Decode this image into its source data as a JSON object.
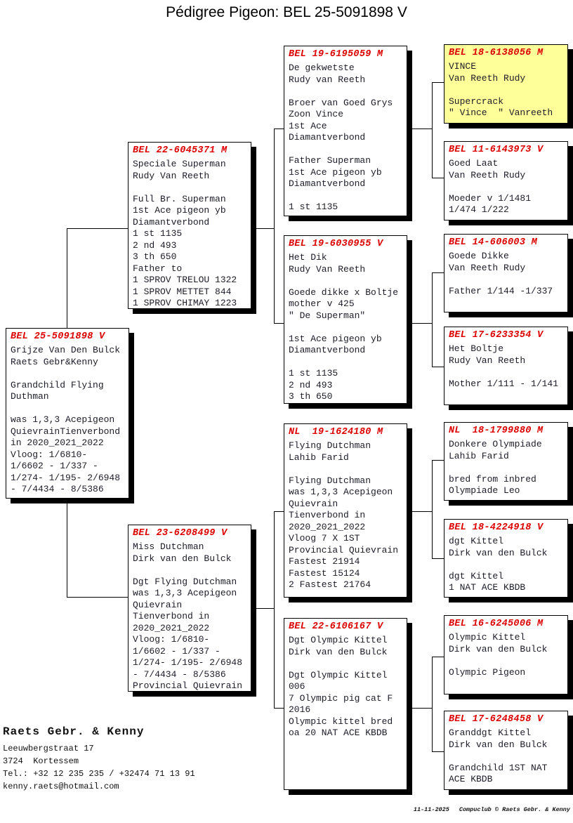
{
  "title": "Pédigree Pigeon: BEL 25-5091898 V",
  "colors": {
    "ring_red": "#dd0000",
    "highlight_yellow": "#ffff99",
    "box_background": "#ffffff",
    "shadow_black": "#000000"
  },
  "boxes": {
    "subject": {
      "ring": "BEL 25-5091898 V",
      "lines": [
        "Grijze Van Den Bulck",
        "Raets Gebr&Kenny",
        "",
        "Grandchild Flying",
        "Duthman",
        "",
        "was 1,3,3 Acepigeon",
        "QuievrainTienverbond",
        "in 2020_2021_2022",
        "Vloog: 1/6810-",
        "1/6602 - 1/337 -",
        "1/274- 1/195- 2/6948",
        "- 7/4434 - 8/5386"
      ]
    },
    "sire": {
      "ring": "BEL 22-6045371 M",
      "lines": [
        "Speciale Superman",
        "Rudy Van Reeth",
        "",
        "Full Br. Superman",
        "1st Ace pigeon yb",
        "Diamantverbond",
        "1 st 1135",
        "2 nd 493",
        "3 th 650",
        "Father to",
        "1 SPROV TRELOU 1322",
        "1 SPROV METTET 844",
        "1 SPROV CHIMAY 1223"
      ]
    },
    "dam": {
      "ring": "BEL 23-6208499 V",
      "lines": [
        "Miss Dutchman",
        "Dirk van den Bulck",
        "",
        "Dgt Flying Dutchman",
        "was 1,3,3 Acepigeon",
        "Quievrain",
        "Tienverbond in",
        "2020_2021_2022",
        "Vloog: 1/6810-",
        "1/6602 - 1/337 -",
        "1/274- 1/195- 2/6948",
        "- 7/4434 - 8/5386",
        "Provincial Quievrain"
      ]
    },
    "sire_sire": {
      "ring": "BEL 19-6195059 M",
      "lines": [
        "De gekwetste",
        "Rudy van Reeth",
        "",
        "Broer van Goed Grys",
        "Zoon Vince",
        "1st Ace",
        "Diamantverbond",
        "",
        "Father Superman",
        "1st Ace pigeon yb",
        "Diamantverbond",
        "",
        "1 st 1135"
      ]
    },
    "sire_dam": {
      "ring": "BEL 19-6030955 V",
      "lines": [
        "Het Dik",
        "Rudy Van Reeth",
        "",
        "Goede dikke x Boltje",
        "mother v 425",
        "\" De Superman\"",
        "",
        "1st Ace pigeon yb",
        "Diamantverbond",
        "",
        "1 st 1135",
        "2 nd 493",
        "3 th 650"
      ]
    },
    "dam_sire": {
      "ring": "NL  19-1624180 M",
      "lines": [
        "Flying Dutchman",
        "Lahib Farid",
        "",
        "Flying Dutchman",
        "was 1,3,3 Acepigeon",
        "Quievrain",
        "Tienverbond in",
        "2020_2021_2022",
        "Vloog 7 X 1ST",
        "Provincial Quievrain",
        "Fastest 21914",
        "Fastest 15124",
        "2 Fastest 21764"
      ]
    },
    "dam_dam": {
      "ring": "BEL 22-6106167 V",
      "lines": [
        "Dgt Olympic Kittel",
        "Dirk van den Bulck",
        "",
        "Dgt Olympic Kittel",
        "006",
        "7 Olympic pig cat F",
        "2016",
        "Olympic kittel bred",
        "oa 20 NAT ACE KBDB"
      ]
    },
    "ss_sire": {
      "ring": "BEL 18-6138056 M",
      "lines": [
        "VINCE",
        "Van Reeth Rudy",
        "",
        "Supercrack",
        "\" Vince  \" Vanreeth"
      ]
    },
    "ss_dam": {
      "ring": "BEL 11-6143973 V",
      "lines": [
        "Goed Laat",
        "Van Reeth Rudy",
        "",
        "Moeder v 1/1481",
        "1/474 1/222"
      ]
    },
    "sd_sire": {
      "ring": "BEL 14-606003 M",
      "lines": [
        "Goede Dikke",
        "Van Reeth Rudy",
        "",
        "Father 1/144 -1/337"
      ]
    },
    "sd_dam": {
      "ring": "BEL 17-6233354 V",
      "lines": [
        "Het Boltje",
        "Rudy Van Reeth",
        "",
        "Mother 1/111 - 1/141"
      ]
    },
    "ds_sire": {
      "ring": "NL  18-1799880 M",
      "lines": [
        "Donkere Olympiade",
        "Lahib Farid",
        "",
        "bred from inbred",
        "Olympiade Leo"
      ]
    },
    "ds_dam": {
      "ring": "BEL 18-4224918 V",
      "lines": [
        "dgt Kittel",
        "Dirk van den Bulck",
        "",
        "dgt Kittel",
        "1 NAT ACE KBDB"
      ]
    },
    "dd_sire": {
      "ring": "BEL 16-6245006 M",
      "lines": [
        "Olympic Kittel",
        "Dirk van den Bulck",
        "",
        "Olympic Pigeon"
      ]
    },
    "dd_dam": {
      "ring": "BEL 17-6248458 V",
      "lines": [
        "Granddgt Kittel",
        "Dirk van den Bulck",
        "",
        "Grandchild 1ST NAT",
        "ACE KBDB"
      ]
    }
  },
  "owner": {
    "name": "Raets Gebr. & Kenny",
    "address_line1": "Leeuwbergstraat 17",
    "address_line2": "3724  Kortessem",
    "phone": "Tel.: +32 12 235 235 / +32474 71 13 91",
    "email": "kenny.raets@hotmail.com"
  },
  "footer": {
    "date": "11-11-2025",
    "credit": "Compuclub © Raets Gebr. & Kenny"
  }
}
